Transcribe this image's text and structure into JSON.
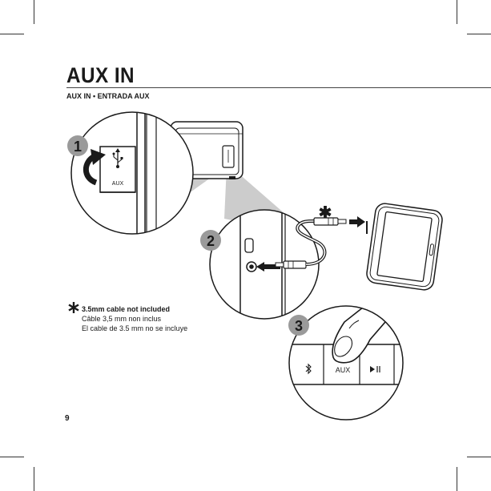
{
  "page": {
    "title": "AUX IN",
    "subtitle": "AUX IN • ENTRADA AUX",
    "page_number": "9"
  },
  "steps": {
    "step1_number": "1",
    "step2_number": "2",
    "step3_number": "3"
  },
  "labels": {
    "aux_port_label": "AUX",
    "aux_button_label": "AUX",
    "asterisk_symbol": "✱"
  },
  "note": {
    "line1": "3.5mm cable not included",
    "line2": "Câble 3,5 mm non inclus",
    "line3": "El cable de 3.5 mm no se incluye"
  },
  "icons": {
    "usb": "usb-icon",
    "bluetooth": "bluetooth-icon",
    "play_pause": "play-pause-icon",
    "rotate_arrow": "rotate-arrow-icon"
  },
  "colors": {
    "step_badge_fill": "#9a9a9a",
    "callout_fill": "#cccccc",
    "ink": "#1a1a1a"
  }
}
